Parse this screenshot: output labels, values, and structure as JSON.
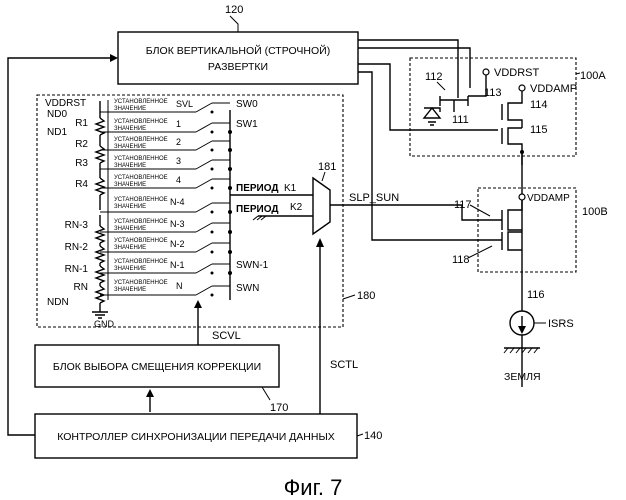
{
  "blocks": {
    "vertical_scan": {
      "line1": "БЛОК ВЕРТИКАЛЬНОЙ (СТРОЧНОЙ)",
      "line2": "РАЗВЕРТКИ",
      "ref": "120"
    },
    "bias_select": {
      "label": "БЛОК ВЫБОРА СМЕЩЕНИЯ КОРРЕКЦИИ",
      "ref": "170"
    },
    "controller": {
      "label": "КОНТРОЛЛЕР СИНХРОНИЗАЦИИ ПЕРЕДАЧИ ДАННЫХ",
      "ref": "140"
    }
  },
  "ladder": {
    "ref": "180",
    "top_label": "VDDRST",
    "gnd_label": "GND",
    "preset_line1": "УСТАНОВЛЕННОЕ",
    "preset_line2": "ЗНАЧЕНИЕ",
    "rows": [
      {
        "node": "ND0",
        "res": "",
        "preset": "SVL",
        "switch": "SW0"
      },
      {
        "node": "ND1",
        "res": "R1",
        "preset": "1",
        "switch": "SW1"
      },
      {
        "node": "",
        "res": "R2",
        "preset": "2",
        "switch": ""
      },
      {
        "node": "",
        "res": "R3",
        "preset": "3",
        "switch": ""
      },
      {
        "node": "",
        "res": "R4",
        "preset": "4",
        "switch": ""
      },
      {
        "node": "",
        "res": "",
        "preset": "N-4",
        "switch": ""
      },
      {
        "node": "",
        "res": "RN-3",
        "preset": "N-3",
        "switch": ""
      },
      {
        "node": "",
        "res": "RN-2",
        "preset": "N-2",
        "switch": ""
      },
      {
        "node": "",
        "res": "RN-1",
        "preset": "N-1",
        "switch": "SWN-1"
      },
      {
        "node": "NDN",
        "res": "RN",
        "preset": "N",
        "switch": "SWN"
      }
    ],
    "period_k1": "ПЕРИОД",
    "k1": "K1",
    "period_k2": "ПЕРИОД",
    "k2": "K2"
  },
  "mux": {
    "ref": "181",
    "output": "SLP_SUN"
  },
  "signals": {
    "scvl": "SCVL",
    "sctl": "SCTL"
  },
  "pixel": {
    "ref": "100A",
    "vddrst": "VDDRST",
    "vddamp": "VDDAMP",
    "t112": "112",
    "t113": "113",
    "t111": "111",
    "t114": "114",
    "t115": "115"
  },
  "dummy": {
    "ref": "100B",
    "vddamp": "VDDAMP",
    "t117": "117",
    "t118": "118"
  },
  "current_source": {
    "ref": "116",
    "label": "ISRS",
    "ground": "ЗЕМЛЯ"
  },
  "caption": "Фиг. 7"
}
